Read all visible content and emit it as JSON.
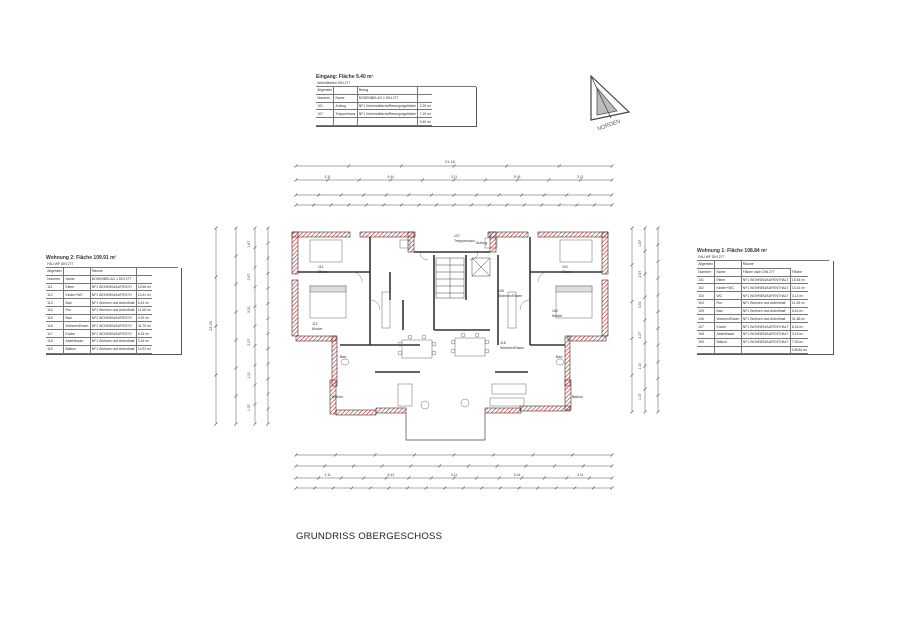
{
  "caption": "GRUNDRISS OBERGESCHOSS",
  "north_label": "NORDEN",
  "top_table": {
    "title": "Eingang: Fläche 9.40 m²",
    "subtitle": "Wohnflächen DIN 277",
    "rows": [
      [
        "Allgemein",
        "",
        "Bezug"
      ],
      [
        "Nummer",
        "Name",
        "BODENBELAG 1 DIN 277"
      ],
      [
        "101",
        "Aufzug",
        "NF1 Verkehrsfläche/Bewegungsfläche"
      ],
      [
        "107",
        "Treppenhaus",
        "NF1 Verkehrsfläche/Bewegungsfläche"
      ],
      [
        "",
        "",
        ""
      ]
    ],
    "areas": [
      "",
      "",
      "2.25 m²",
      "7.15 m²",
      "9.40 m²"
    ]
  },
  "left_table": {
    "title": "Wohnung 2: Fläche 109.91 m²",
    "subtitle": "FAU WF DIN 277",
    "rows": [
      [
        "Allgemein",
        "",
        "Räume"
      ],
      [
        "Nummer",
        "Name",
        "BODENBELAG 1 DIN 277"
      ],
      [
        "111",
        "Eltern",
        "NF1 WOHNEN/AUFENTH"
      ],
      [
        "112",
        "Kinder+WC",
        "NF1 WOHNEN/AUFENTH"
      ],
      [
        "113",
        "Bad",
        "NF1 Wohnen und Aufenthalt"
      ],
      [
        "114",
        "Flur",
        "NF1 Wohnen und Aufenthalt"
      ],
      [
        "115",
        "Bad",
        "NF1 WOHNEN/AUFENTH"
      ],
      [
        "116",
        "Wohnen/Essen",
        "NF1 WOHNEN/AUFENTH"
      ],
      [
        "117",
        "Küche",
        "NF1 WOHNEN/AUFENTH"
      ],
      [
        "118",
        "Abstellraum",
        "NF1 Wohnen und Aufenthalt"
      ],
      [
        "119",
        "Balkon",
        "NF1 Wohnen und Aufenthalt"
      ]
    ],
    "areas": [
      "",
      "",
      "15.56 m²",
      "13.41 m²",
      "6.44 m²",
      "11.48 m²",
      "4.92 m²",
      "31.70 m²",
      "8.34 m²",
      "3.15 m²",
      "14.91 m²"
    ]
  },
  "right_table": {
    "title": "Wohnung 1: Fläche 108.84 m²",
    "subtitle": "FAU WF DIN 277",
    "rows": [
      [
        "Allgemein",
        "",
        "Räume"
      ],
      [
        "Nummer",
        "Name",
        "Fläche nach DIN 277",
        "Fläche"
      ],
      [
        "101",
        "Eltern",
        "NF1 WOHNEN/AUFENTHALT",
        "15.54 m²"
      ],
      [
        "102",
        "Kinder+WC",
        "NF1 WOHNEN/AUFENTHALT",
        "13.41 m²"
      ],
      [
        "103",
        "WC",
        "NF1 WOHNEN/AUFENTHALT",
        "3.14 m²"
      ],
      [
        "104",
        "Flur",
        "NF1 Wohnen und Aufenthalt",
        "11.49 m²"
      ],
      [
        "105",
        "Bad",
        "NF1 Wohnen und Aufenthalt",
        "6.44 m²"
      ],
      [
        "106",
        "Wohnen/Essen",
        "NF1 Wohnen und Aufenthalt",
        "31.68 m²"
      ],
      [
        "107",
        "Küche",
        "NF1 WOHNEN/AUFENTHALT",
        "8.34 m²"
      ],
      [
        "108",
        "Abstellraum",
        "NF1 WOHNEN/AUFENTHALT",
        "3.15 m²"
      ],
      [
        "109",
        "Balkon",
        "NF1 WOHNEN/AUFENTHALT",
        "7.65 m²"
      ],
      [
        "",
        "",
        "",
        "108.84 m²"
      ]
    ]
  },
  "dimensions": {
    "overall_width": "21.16",
    "overall_depth": "13.25",
    "top_chain": [
      "3.11",
      "5.44",
      "3.11",
      "5.44",
      "3.11"
    ],
    "side_chain": [
      "1.87",
      "2.87",
      "3.50",
      "2.27",
      "1.20",
      "1.37"
    ]
  },
  "room_labels": [
    {
      "id": "r1",
      "text": "111"
    },
    {
      "id": "r2",
      "text": "Eltern"
    },
    {
      "id": "r3",
      "text": "112"
    },
    {
      "id": "r4",
      "text": "Kinder"
    },
    {
      "id": "r5",
      "text": "116"
    },
    {
      "id": "r6",
      "text": "Wohnen/Essen"
    },
    {
      "id": "r7",
      "text": "101"
    },
    {
      "id": "r8",
      "text": "Eltern"
    },
    {
      "id": "r9",
      "text": "102"
    },
    {
      "id": "r10",
      "text": "Kinder"
    },
    {
      "id": "r11",
      "text": "106"
    },
    {
      "id": "r12",
      "text": "Wohnen/Essen"
    },
    {
      "id": "r13",
      "text": "107"
    },
    {
      "id": "r14",
      "text": "Treppenhaus"
    },
    {
      "id": "r15",
      "text": "Bad"
    },
    {
      "id": "r16",
      "text": "Bad"
    },
    {
      "id": "r17",
      "text": "Balkon"
    },
    {
      "id": "r18",
      "text": "Balkon"
    },
    {
      "id": "r19",
      "text": "Aufzug"
    }
  ],
  "colors": {
    "wall_hatch": "#d4262b",
    "lines": "#333333",
    "furniture": "#666666"
  }
}
